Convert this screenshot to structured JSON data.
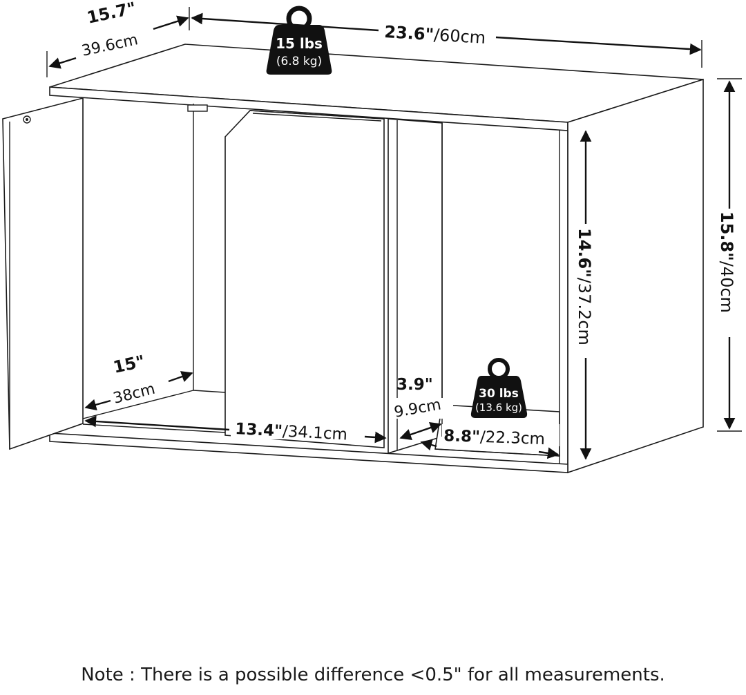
{
  "dimensions": {
    "depth": {
      "in": "15.7\"",
      "cm": "39.6cm"
    },
    "width": {
      "in": "23.6\"",
      "cm": "/60cm"
    },
    "height": {
      "in": "15.8\"",
      "cm": "/40cm"
    },
    "inner_height": {
      "in": "14.6\"",
      "cm": "/37.2cm"
    },
    "inner_depth": {
      "in": "15\"",
      "cm": "38cm"
    },
    "compartment_width": {
      "in": "13.4\"",
      "cm": "/34.1cm"
    },
    "divider_gap": {
      "in": "3.9\"",
      "cm": "9.9cm"
    },
    "shelf_width": {
      "in": "8.8\"",
      "cm": "/22.3cm"
    }
  },
  "weights": {
    "top": {
      "lbs": "15 lbs",
      "kg": "(6.8 kg)"
    },
    "shelf": {
      "lbs": "30 lbs",
      "kg": "(13.6 kg)"
    }
  },
  "note": "Note : There is a possible difference <0.5\" for all measurements."
}
